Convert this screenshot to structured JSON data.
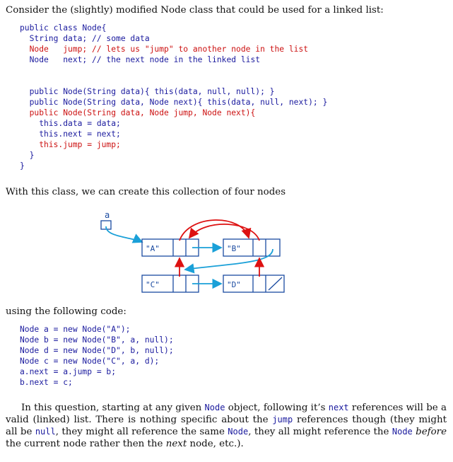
{
  "intro": "Consider the (slightly) modified Node class that could be used for a linked list:",
  "class_code": [
    {
      "t": "public class Node{",
      "red": false
    },
    {
      "t": "  String data; // some data",
      "red": false
    },
    {
      "t": "  Node   jump; // lets us \"jump\" to another node in the list",
      "red": true
    },
    {
      "t": "  Node   next; // the next node in the linked list",
      "red": false
    },
    {
      "t": "",
      "red": false
    },
    {
      "t": "",
      "red": false
    },
    {
      "t": "  public Node(String data){ this(data, null, null); }",
      "red": false
    },
    {
      "t": "  public Node(String data, Node next){ this(data, null, next); }",
      "red": false
    },
    {
      "t": "  public Node(String data, Node jump, Node next){",
      "red": true
    },
    {
      "t": "    this.data = data;",
      "red": false
    },
    {
      "t": "    this.next = next;",
      "red": false
    },
    {
      "t": "    this.jump = jump;",
      "red": true
    },
    {
      "t": "  }",
      "red": false
    },
    {
      "t": "}",
      "red": false
    }
  ],
  "with_class": "With this class, we can create this collection of four nodes",
  "diagram": {
    "var_label": "a",
    "node_labels": [
      "\"A\"",
      "\"B\"",
      "\"C\"",
      "\"D\""
    ]
  },
  "using": "using the following code:",
  "usage_code": [
    "Node a = new Node(\"A\");",
    "Node b = new Node(\"B\", a, null);",
    "Node d = new Node(\"D\", b, null);",
    "Node c = new Node(\"C\", a, d);",
    "a.next = a.jump = b;",
    "b.next = c;"
  ],
  "closing": {
    "p1": "In this question, starting at any given ",
    "k1": "Node",
    "p2": " object, following it’s ",
    "k2": "next",
    "p3": " references will be a valid (linked) list. There is nothing specific about the ",
    "k3": "jump",
    "p4": " references though (they might all be ",
    "k4": "null",
    "p5": ", they might all reference the same ",
    "k5": "Node",
    "p6": ", they all might reference the ",
    "k6": "Node",
    "p7": " ",
    "e1": "before",
    "p8": " the current node rather then the ",
    "e2": "next",
    "p9": " node, etc.)."
  }
}
